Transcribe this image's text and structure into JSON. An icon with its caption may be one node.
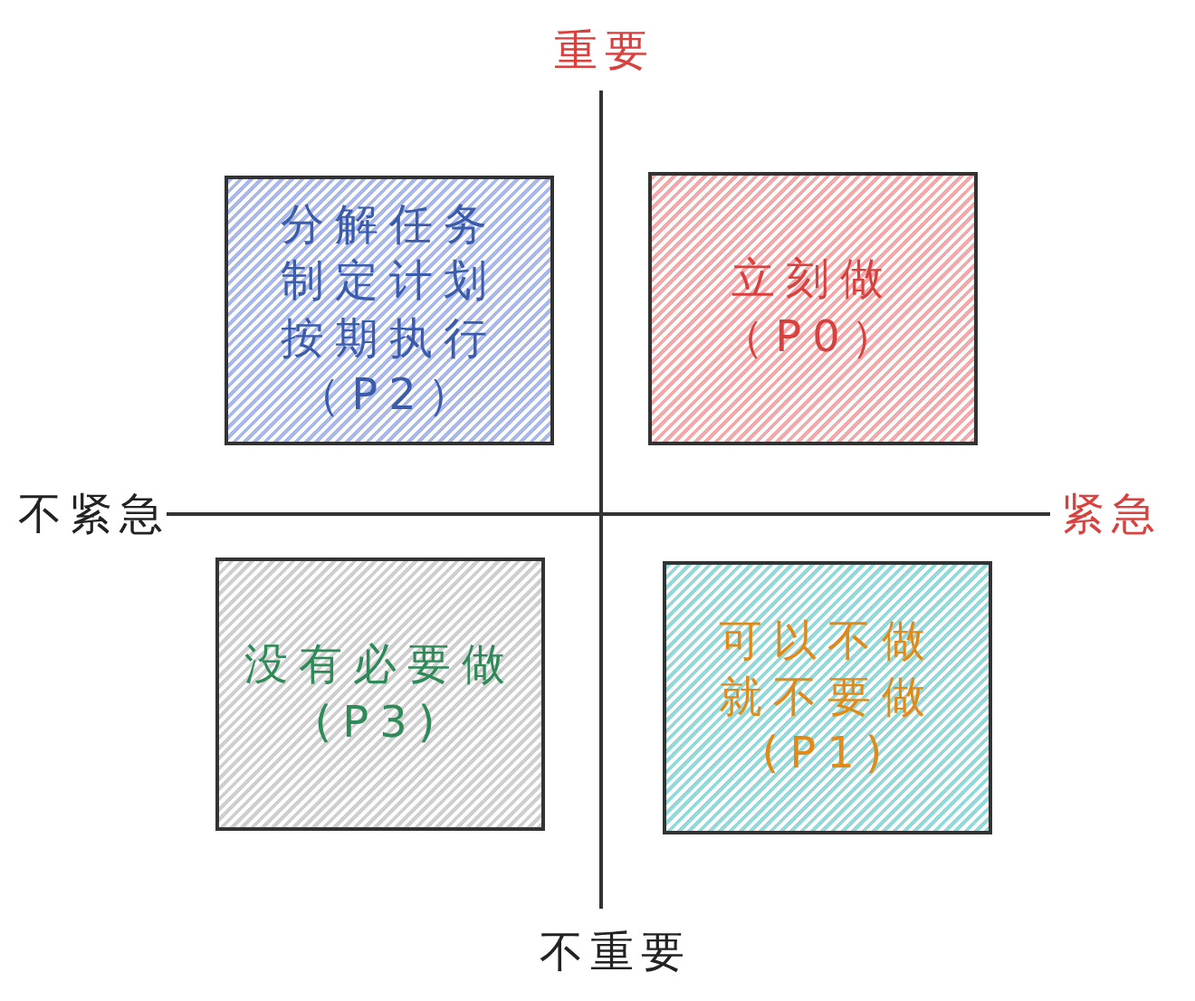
{
  "diagram": {
    "nodes": [
      {
        "text": [
          "分解任务制定计划按期执行（P2）"
        ]
      },
      {
        "text": [
          "立刻做（P0）"
        ]
      },
      {
        "text": [
          "没有必要做(P3)"
        ]
      },
      {
        "text": [
          "可以不做就不要做(P1)"
        ]
      }
    ],
    "labels": [
      "重要",
      "不紧急",
      "紧急",
      "不重要"
    ]
  }
}
